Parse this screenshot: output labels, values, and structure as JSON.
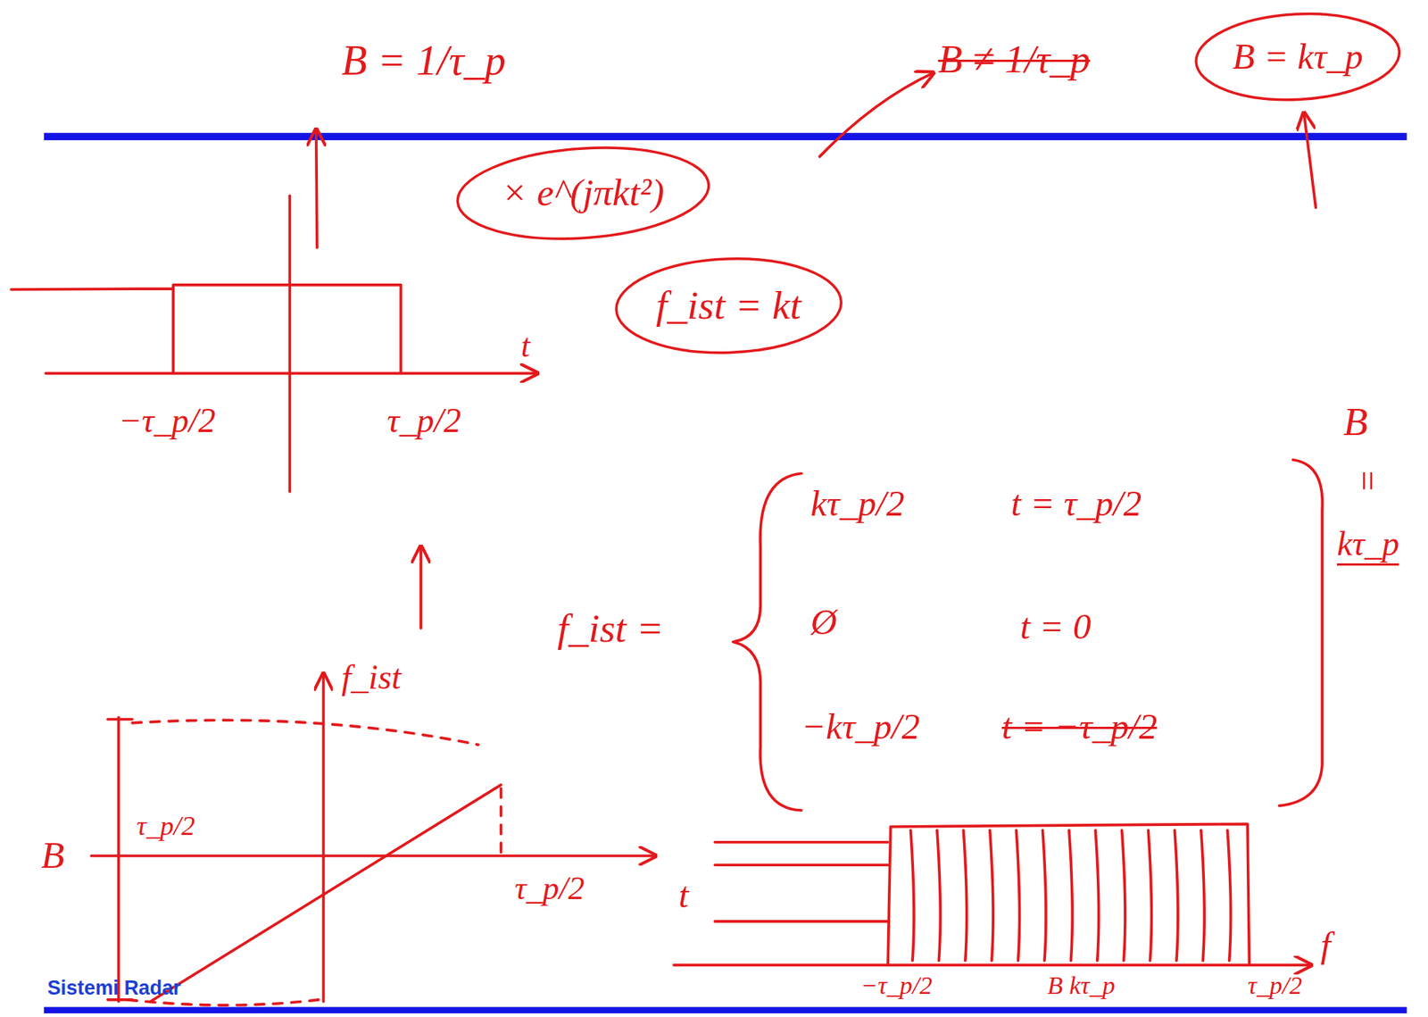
{
  "diagram": {
    "nodes": [
      {
        "text": [
          "× e^(jπkt²)"
        ]
      },
      {
        "text": [
          "f_ist = kt"
        ]
      },
      {
        "text": [
          "B = kτ_p"
        ]
      }
    ],
    "labels": [
      "B = 1/τ_p",
      "B ≠ 1/τ_p",
      "t",
      "−τ_p/2",
      "τ_p/2",
      "f_ist =",
      "kτ_p/2",
      "t = τ_p/2",
      "Ø",
      "t = 0",
      "−kτ_p/2",
      "t = −τ_p/2",
      "B",
      "=",
      "kτ_p",
      "f_ist",
      "B",
      "τ_p/2",
      "τ_p/2",
      "t",
      "f",
      "−τ_p/2",
      "B kτ_p",
      "τ_p/2",
      "Sistemi Radar"
    ]
  }
}
